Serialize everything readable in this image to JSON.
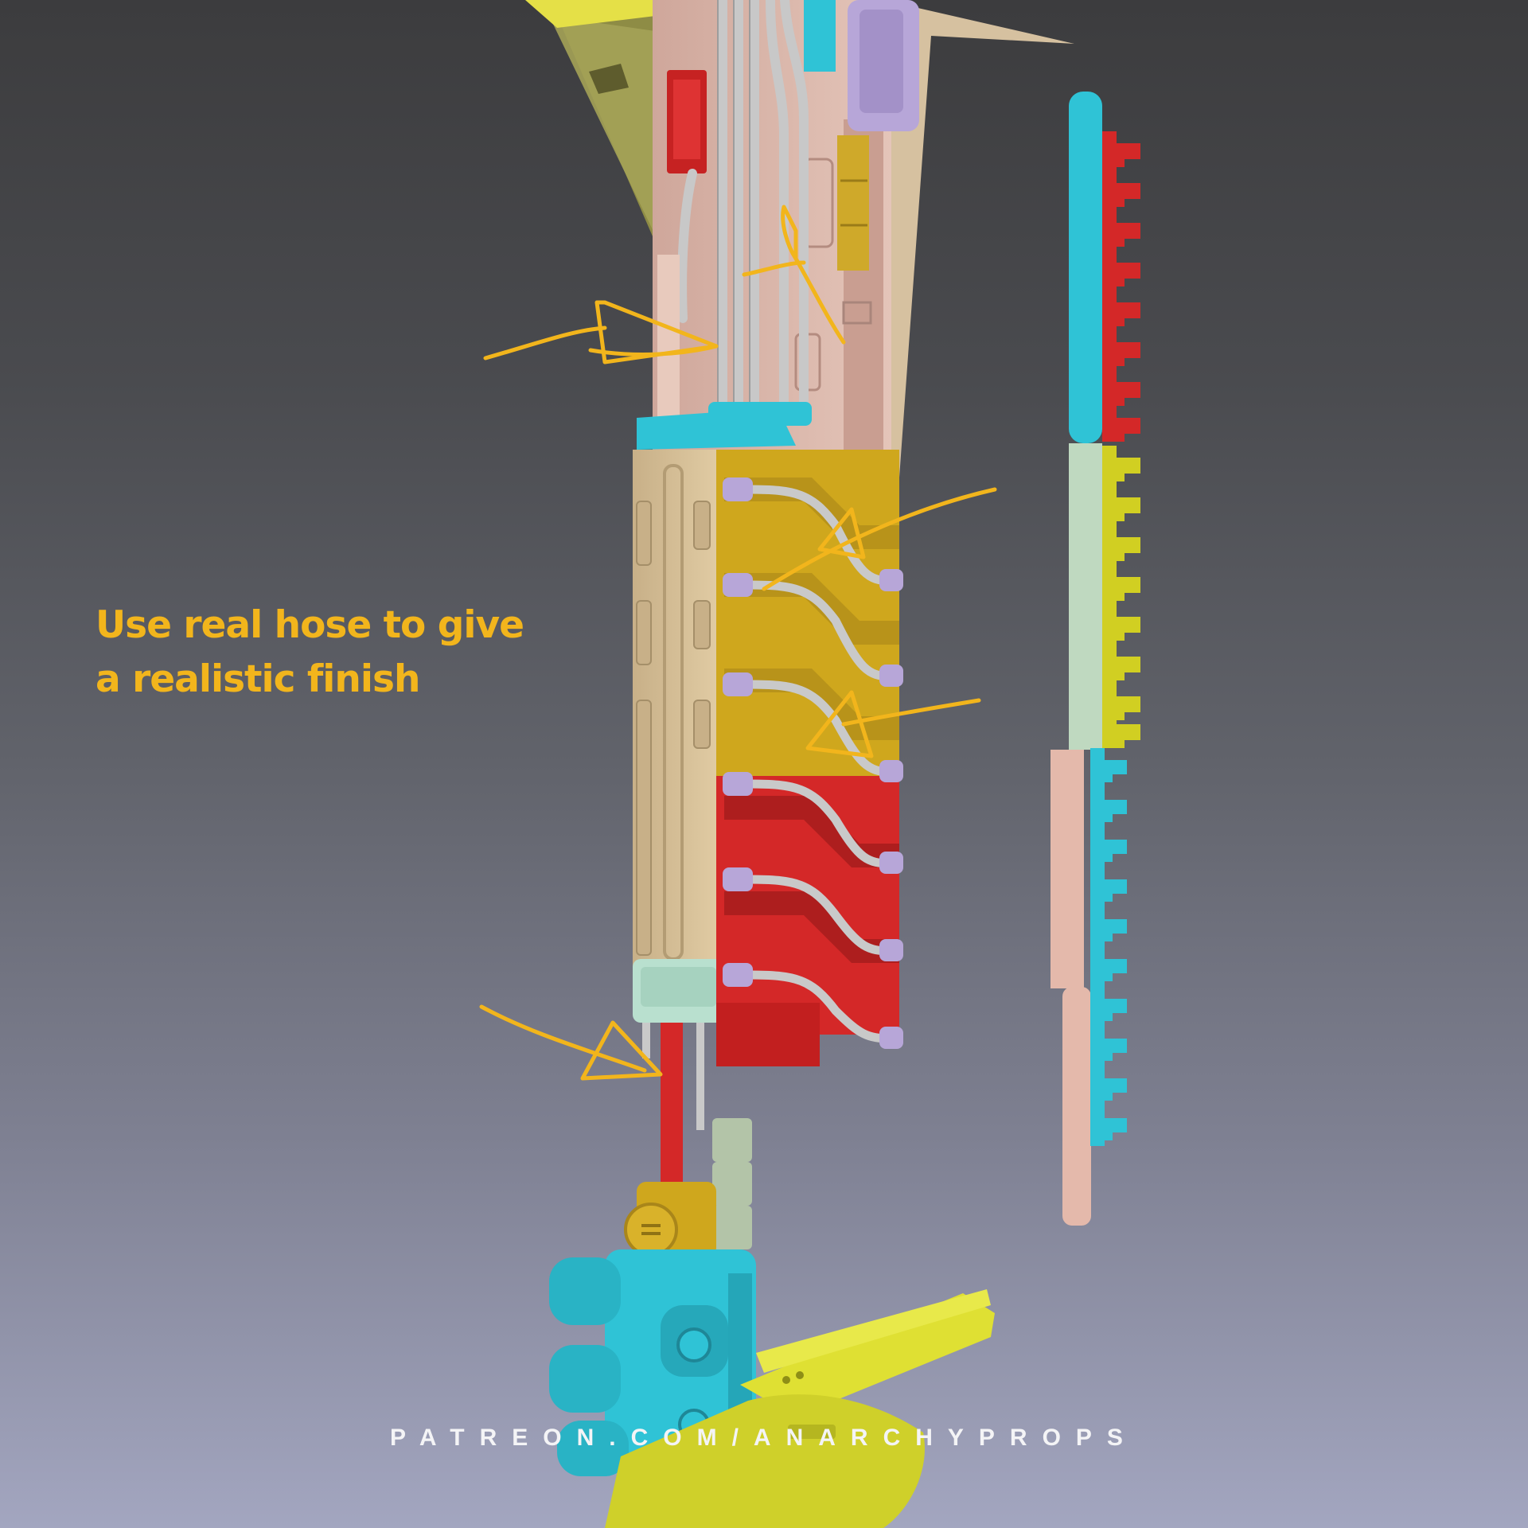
{
  "annotation": {
    "line1": "Use real hose to give",
    "line2": "a realistic finish",
    "color": "#f2b51c"
  },
  "watermark": {
    "text": "PATREON.COM/ANARCHYPROPS"
  },
  "colors": {
    "background_top": "#3c3c3e",
    "background_bottom": "#a3a6c0",
    "pink": "#d9b5a8",
    "tan": "#d9c29a",
    "mustard": "#cfa71d",
    "red": "#d42828",
    "cyan": "#2fc3d6",
    "lilac": "#b7a6d8",
    "lime": "#dfe033",
    "mint": "#b9e0cf",
    "hose_grey": "#c9c9c9"
  }
}
